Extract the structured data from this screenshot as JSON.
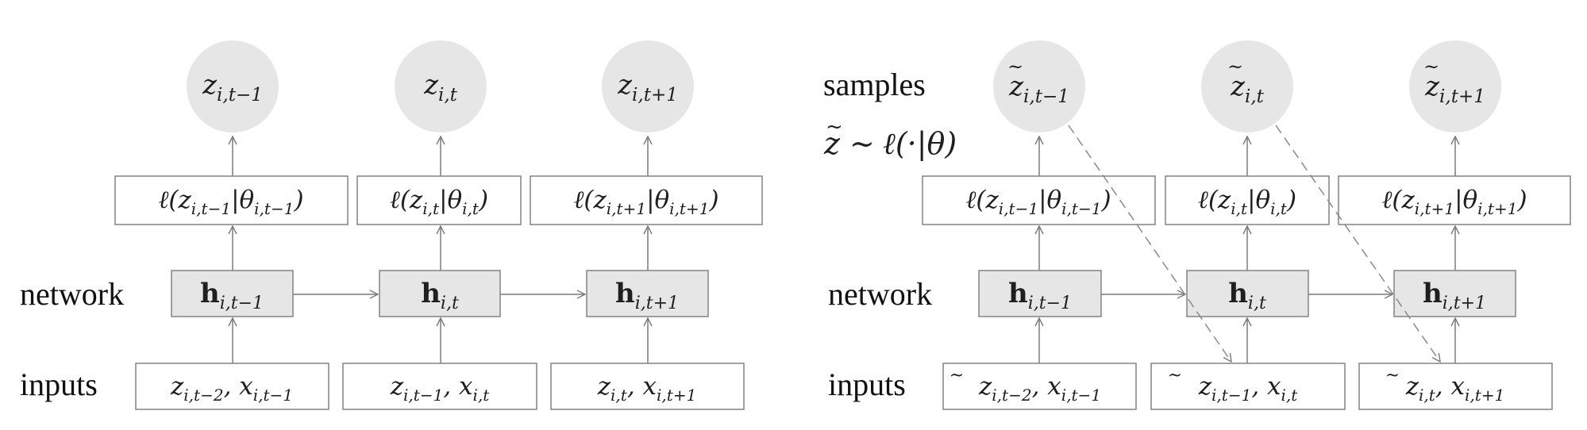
{
  "colors": {
    "node_fill": "#e6e6e6",
    "box_stroke": "#8a8a8a",
    "arrow": "#7a7a7a",
    "text": "#111111"
  },
  "labels": {
    "network": "network",
    "inputs": "inputs",
    "samples": "samples",
    "sample_rule": {
      "z": "z",
      "tilde": "~",
      "sim": "∼",
      "rest": "ℓ(·|θ)"
    }
  },
  "left": {
    "outputs": [
      {
        "z": "z",
        "sub": "i,t−1"
      },
      {
        "z": "z",
        "sub": "i,t"
      },
      {
        "z": "z",
        "sub": "i,t+1"
      }
    ],
    "likelihood": [
      {
        "pre": "ℓ(z",
        "zsub": "i,t−1",
        "mid": "|θ",
        "thsub": "i,t−1",
        "post": ")"
      },
      {
        "pre": "ℓ(z",
        "zsub": "i,t",
        "mid": "|θ",
        "thsub": "i,t",
        "post": ")"
      },
      {
        "pre": "ℓ(z",
        "zsub": "i,t+1",
        "mid": "|θ",
        "thsub": "i,t+1",
        "post": ")"
      }
    ],
    "hidden": [
      {
        "h": "h",
        "sub": "i,t−1"
      },
      {
        "h": "h",
        "sub": "i,t"
      },
      {
        "h": "h",
        "sub": "i,t+1"
      }
    ],
    "inputs": [
      {
        "z": "z",
        "zsub": "i,t−2",
        "sep": ", ",
        "x": "x",
        "xsub": "i,t−1"
      },
      {
        "z": "z",
        "zsub": "i,t−1",
        "sep": ", ",
        "x": "x",
        "xsub": "i,t"
      },
      {
        "z": "z",
        "zsub": "i,t",
        "sep": ", ",
        "x": "x",
        "xsub": "i,t+1"
      }
    ]
  },
  "right": {
    "outputs": [
      {
        "z": "z",
        "tilde": "~",
        "sub": "i,t−1"
      },
      {
        "z": "z",
        "tilde": "~",
        "sub": "i,t"
      },
      {
        "z": "z",
        "tilde": "~",
        "sub": "i,t+1"
      }
    ],
    "likelihood": [
      {
        "pre": "ℓ(z",
        "zsub": "i,t−1",
        "mid": "|θ",
        "thsub": "i,t−1",
        "post": ")"
      },
      {
        "pre": "ℓ(z",
        "zsub": "i,t",
        "mid": "|θ",
        "thsub": "i,t",
        "post": ")"
      },
      {
        "pre": "ℓ(z",
        "zsub": "i,t+1",
        "mid": "|θ",
        "thsub": "i,t+1",
        "post": ")"
      }
    ],
    "hidden": [
      {
        "h": "h",
        "sub": "i,t−1"
      },
      {
        "h": "h",
        "sub": "i,t"
      },
      {
        "h": "h",
        "sub": "i,t+1"
      }
    ],
    "inputs": [
      {
        "z": "z",
        "tilde": "~",
        "zsub": "i,t−2",
        "sep": ", ",
        "x": "x",
        "xsub": "i,t−1"
      },
      {
        "z": "z",
        "tilde": "~",
        "zsub": "i,t−1",
        "sep": ", ",
        "x": "x",
        "xsub": "i,t"
      },
      {
        "z": "z",
        "tilde": "~",
        "zsub": "i,t",
        "sep": ", ",
        "x": "x",
        "xsub": "i,t+1"
      }
    ]
  }
}
